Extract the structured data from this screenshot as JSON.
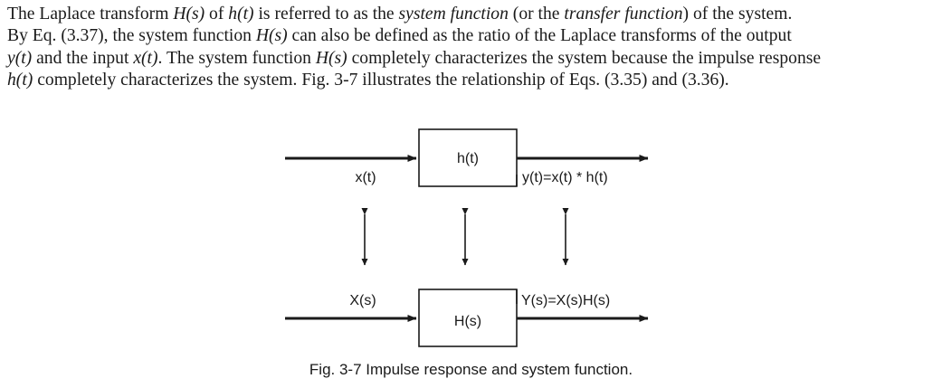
{
  "paragraph": {
    "line1": {
      "t1": "The Laplace transform ",
      "h_s": "H(s)",
      "t2": " of ",
      "h_t": "h(t)",
      "t3": " is referred to as the ",
      "sys_fn": "system function",
      "t4": " (or the ",
      "xfer_fn": "transfer function",
      "t5": ") of the system."
    },
    "line2": {
      "t1": "By Eq. (3.37), the system function ",
      "h_s": "H(s)",
      "t2": " can also be defined as the ratio of the Laplace transforms of the output"
    },
    "line3": {
      "y_t": "y(t)",
      "t1": " and the input ",
      "x_t": "x(t)",
      "t2": ". The system function ",
      "h_s": "H(s)",
      "t3": " completely characterizes the system because the impulse response"
    },
    "line4": {
      "h_t": "h(t)",
      "t1": " completely characterizes the system. Fig. 3-7 illustrates the relationship of Eqs. (3.35) and (3.36)."
    }
  },
  "diagram": {
    "top_block": "h(t)",
    "top_input": "x(t)",
    "top_output": "y(t)=x(t) * h(t)",
    "bottom_block": "H(s)",
    "bottom_input": "X(s)",
    "bottom_output": "Y(s)=X(s)H(s)"
  },
  "caption": "Fig. 3-7  Impulse response and system function."
}
